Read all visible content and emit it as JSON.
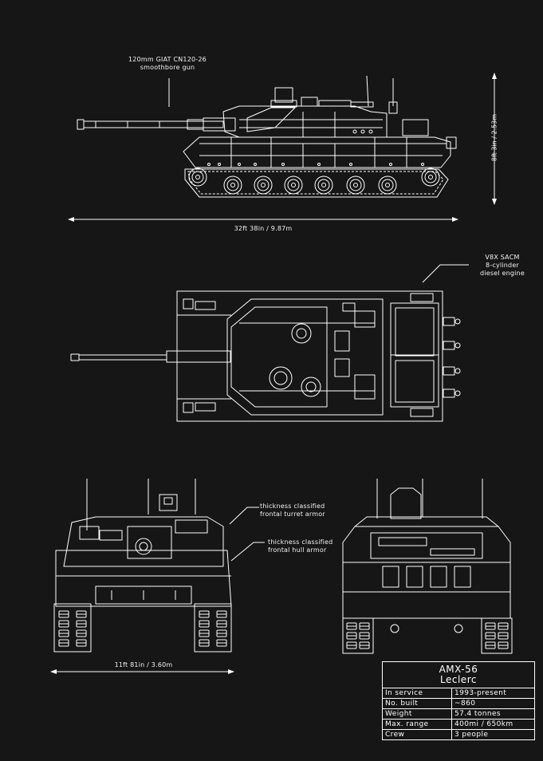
{
  "annotations": {
    "gun_line1": "120mm GIAT CN120-26",
    "gun_line2": "smoothbore gun",
    "height": "8ft 3in / 2.53m",
    "length": "32ft 38in / 9.87m",
    "engine_line1": "V8X SACM",
    "engine_line2": "8-cylinder",
    "engine_line3": "diesel engine",
    "turret_armor_line1": "thickness classified",
    "turret_armor_line2": "frontal turret armor",
    "hull_armor_line1": "thickness classified",
    "hull_armor_line2": "frontal hull armor",
    "width": "11ft 81in / 3.60m"
  },
  "spec": {
    "title_line1": "AMX-56",
    "title_line2": "Leclerc",
    "rows": [
      {
        "label": "In service",
        "value": "1993-present"
      },
      {
        "label": "No. built",
        "value": "~860"
      },
      {
        "label": "Weight",
        "value": "57.4 tonnes"
      },
      {
        "label": "Max. range",
        "value": "400mi / 650km"
      },
      {
        "label": "Crew",
        "value": "3 people"
      }
    ]
  },
  "colors": {
    "background": "#161616",
    "line": "#ffffff"
  }
}
